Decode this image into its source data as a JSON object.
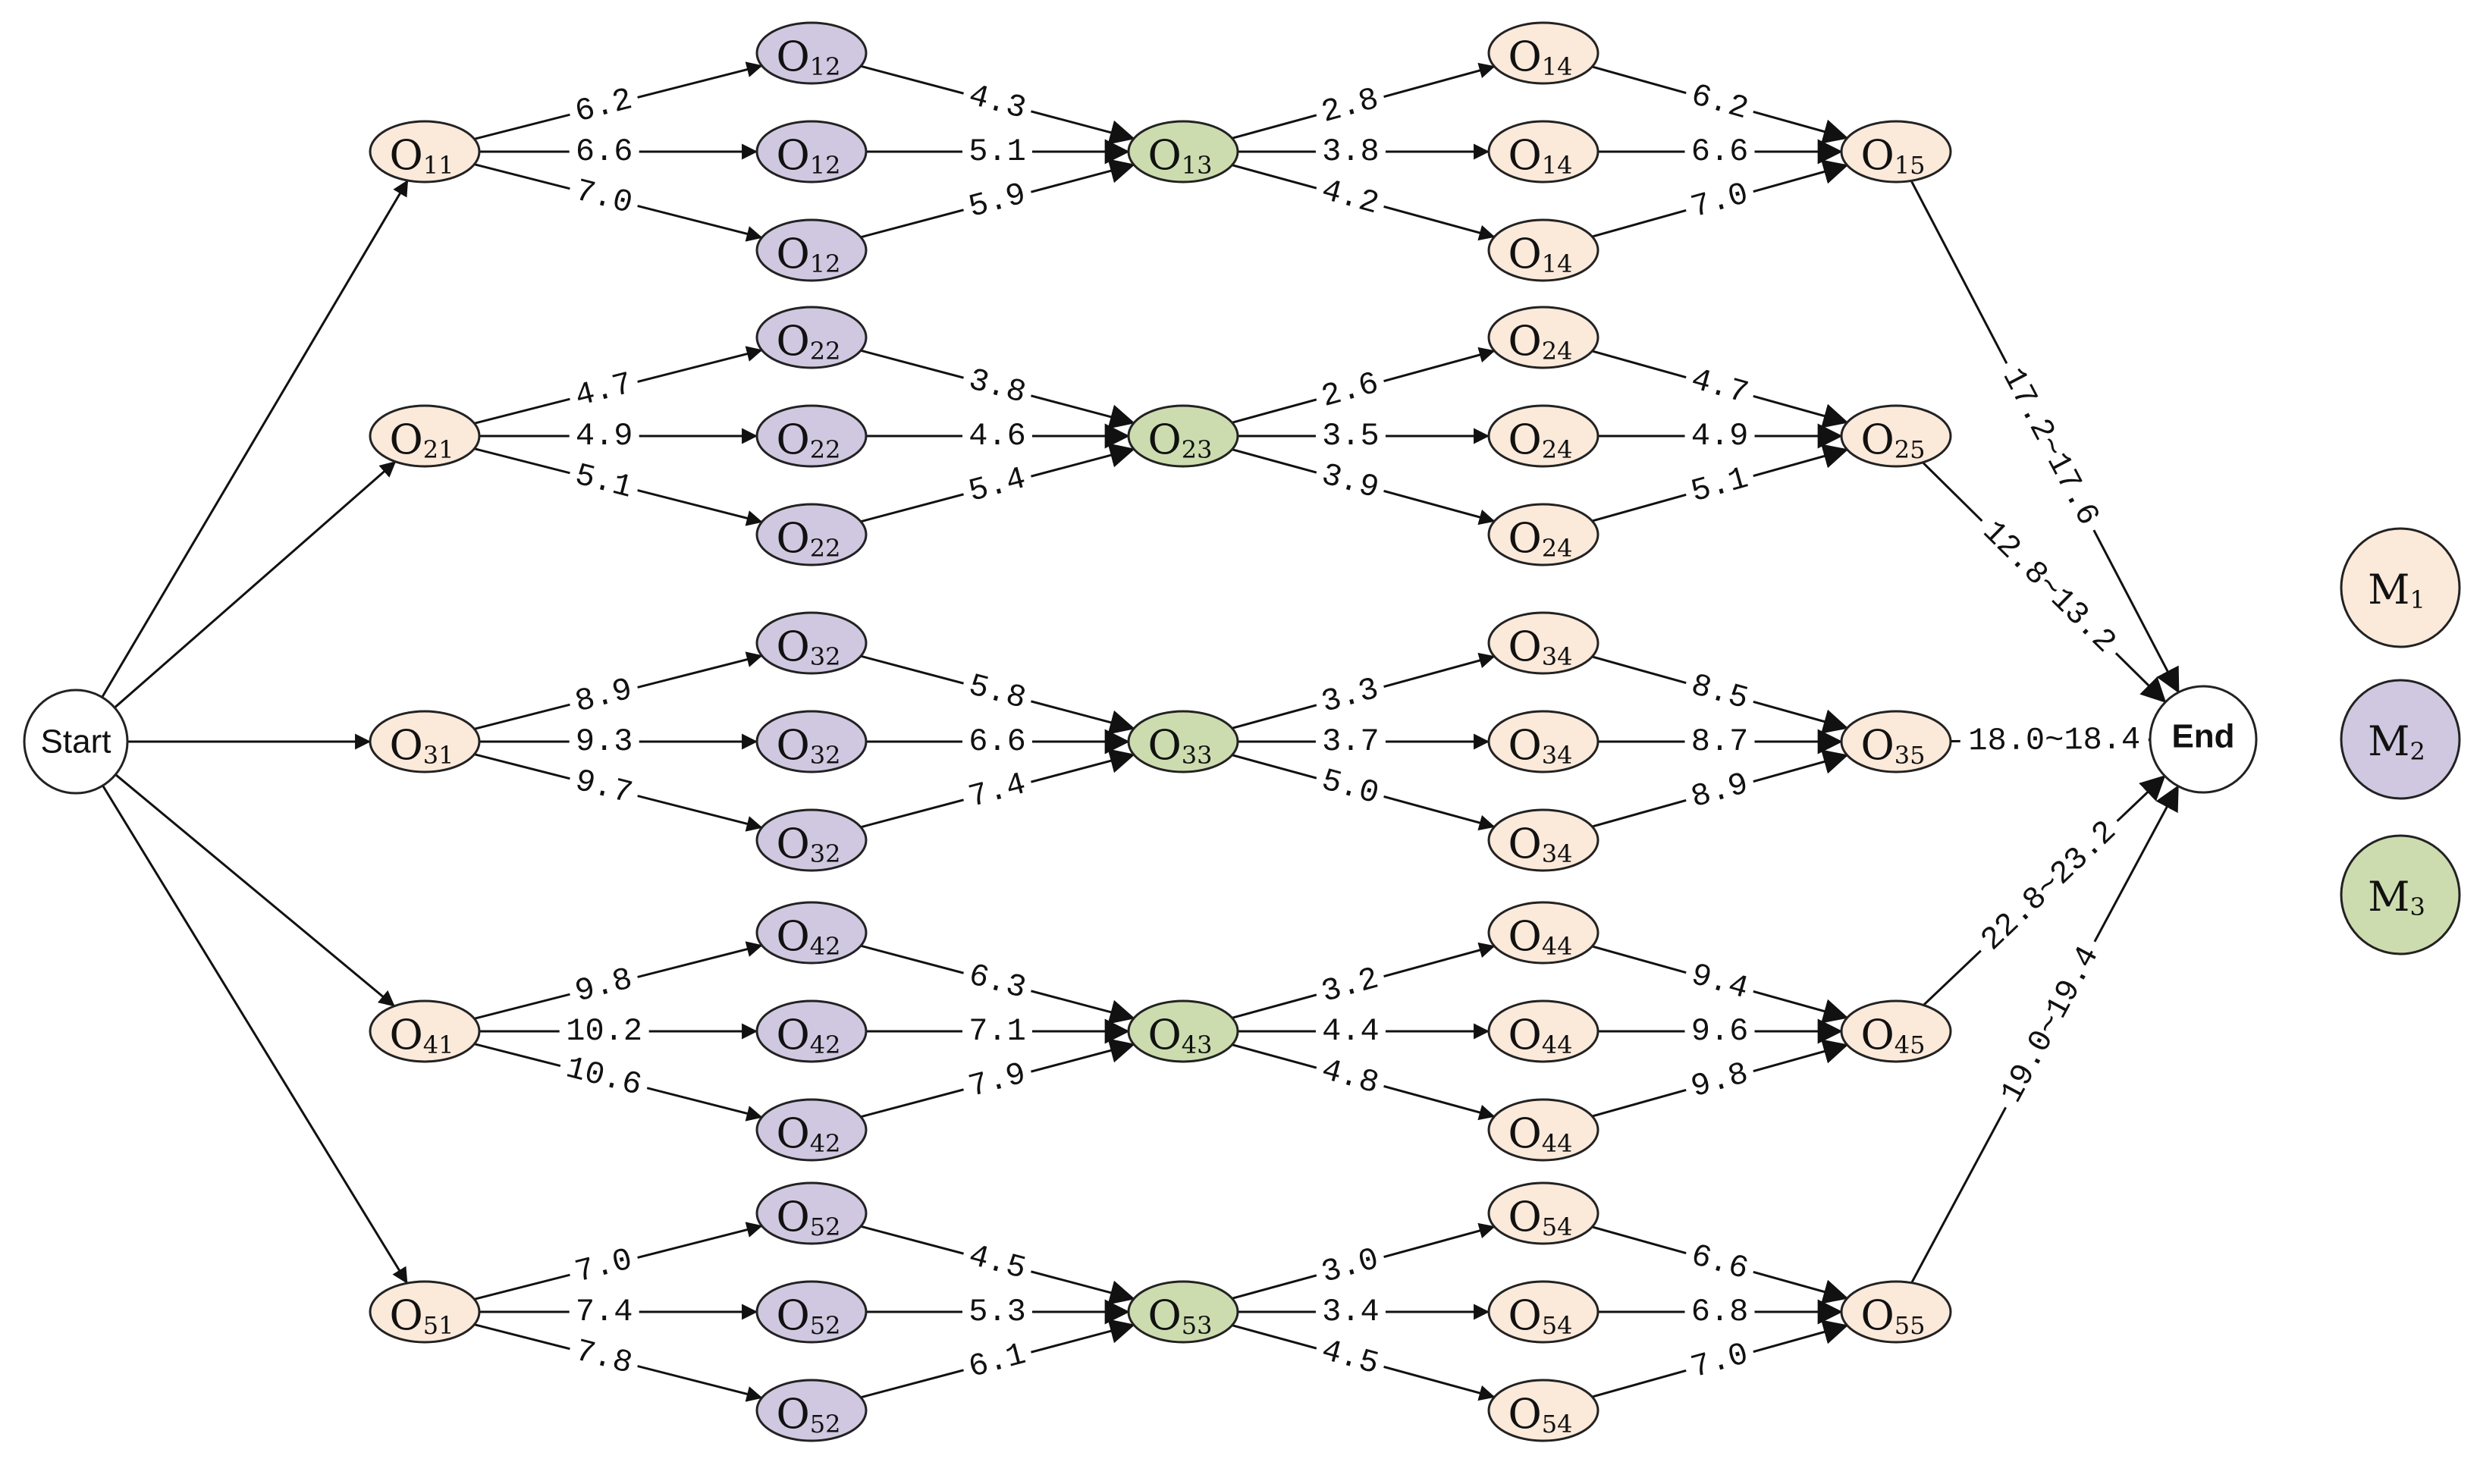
{
  "start_label": "Start",
  "end_label": "End",
  "colors": {
    "M1": "#fbe9da",
    "M2": "#d0c8e0",
    "M3": "#cddcaf",
    "node_stroke": "#222222",
    "edge": "#111111"
  },
  "legend": [
    {
      "letter": "M",
      "sub": "1",
      "machine": "M1"
    },
    {
      "letter": "M",
      "sub": "2",
      "machine": "M2"
    },
    {
      "letter": "M",
      "sub": "3",
      "machine": "M3"
    }
  ],
  "jobs": [
    {
      "id": "1",
      "op1": "O",
      "op1_sub": "11",
      "op2": "O",
      "op2_sub": "12",
      "op3": "O",
      "op3_sub": "13",
      "op4": "O",
      "op4_sub": "14",
      "op5": "O",
      "op5_sub": "15",
      "w12": [
        "6.2",
        "6.6",
        "7.0"
      ],
      "w23": [
        "4.3",
        "5.1",
        "5.9"
      ],
      "w34": [
        "2.8",
        "3.8",
        "4.2"
      ],
      "w45": [
        "6.2",
        "6.6",
        "7.0"
      ],
      "to_end": "17.2~17.6"
    },
    {
      "id": "2",
      "op1": "O",
      "op1_sub": "21",
      "op2": "O",
      "op2_sub": "22",
      "op3": "O",
      "op3_sub": "23",
      "op4": "O",
      "op4_sub": "24",
      "op5": "O",
      "op5_sub": "25",
      "w12": [
        "4.7",
        "4.9",
        "5.1"
      ],
      "w23": [
        "3.8",
        "4.6",
        "5.4"
      ],
      "w34": [
        "2.6",
        "3.5",
        "3.9"
      ],
      "w45": [
        "4.7",
        "4.9",
        "5.1"
      ],
      "to_end": "12.8~13.2"
    },
    {
      "id": "3",
      "op1": "O",
      "op1_sub": "31",
      "op2": "O",
      "op2_sub": "32",
      "op3": "O",
      "op3_sub": "33",
      "op4": "O",
      "op4_sub": "34",
      "op5": "O",
      "op5_sub": "35",
      "w12": [
        "8.9",
        "9.3",
        "9.7"
      ],
      "w23": [
        "5.8",
        "6.6",
        "7.4"
      ],
      "w34": [
        "3.3",
        "3.7",
        "5.0"
      ],
      "w45": [
        "8.5",
        "8.7",
        "8.9"
      ],
      "to_end": "18.0~18.4"
    },
    {
      "id": "4",
      "op1": "O",
      "op1_sub": "41",
      "op2": "O",
      "op2_sub": "42",
      "op3": "O",
      "op3_sub": "43",
      "op4": "O",
      "op4_sub": "44",
      "op5": "O",
      "op5_sub": "45",
      "w12": [
        "9.8",
        "10.2",
        "10.6"
      ],
      "w23": [
        "6.3",
        "7.1",
        "7.9"
      ],
      "w34": [
        "3.2",
        "4.4",
        "4.8"
      ],
      "w45": [
        "9.4",
        "9.6",
        "9.8"
      ],
      "to_end": "22.8~23.2"
    },
    {
      "id": "5",
      "op1": "O",
      "op1_sub": "51",
      "op2": "O",
      "op2_sub": "52",
      "op3": "O",
      "op3_sub": "53",
      "op4": "O",
      "op4_sub": "54",
      "op5": "O",
      "op5_sub": "55",
      "w12": [
        "7.0",
        "7.4",
        "7.8"
      ],
      "w23": [
        "4.5",
        "5.3",
        "6.1"
      ],
      "w34": [
        "3.0",
        "3.4",
        "4.5"
      ],
      "w45": [
        "6.6",
        "6.8",
        "7.0"
      ],
      "to_end": "19.0~19.4"
    }
  ]
}
